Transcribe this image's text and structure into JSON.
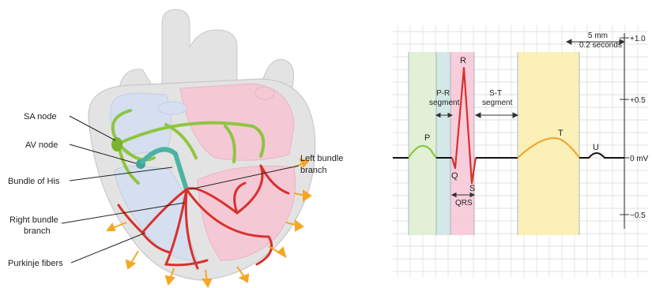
{
  "heart_labels": {
    "sa_node": "SA node",
    "av_node": "AV node",
    "bundle_of_his": "Bundle of His",
    "right_bundle_line1": "Right bundle",
    "right_bundle_line2": "branch",
    "purkinje": "Purkinje fibers",
    "left_bundle_line1": "Left bundle",
    "left_bundle_line2": "branch"
  },
  "ecg": {
    "scale_mm": "5 mm",
    "scale_time": "0.2 seconds",
    "axis_ticks": [
      "+1.0",
      "+0.5",
      "0  mV",
      "−0.5"
    ],
    "waves": {
      "p": "P",
      "q": "Q",
      "r": "R",
      "s": "S",
      "t": "T",
      "u": "U"
    },
    "pr_line1": "P-R",
    "pr_line2": "segment",
    "st_line1": "S-T",
    "st_line2": "segment",
    "qrs": "QRS",
    "band_colors": {
      "p_band": "#dff0d0",
      "pr_band": "#cfe7e4",
      "qrs_band": "#f7c9d8",
      "t_band": "#fbf0b0"
    },
    "trace_colors": {
      "p": "#8dc63f",
      "qrs": "#d9302c",
      "t": "#f0a830",
      "baseline": "#111111"
    }
  },
  "colors": {
    "conduction_green": "#8dc63f",
    "his_teal": "#4bb3a4",
    "purkinje_red": "#d9302c",
    "arrow_orange": "#f5a623",
    "heart_gray": "#e3e3e3",
    "atria_pink": "#f5c8d6",
    "ventricle_blue": "#d5dff0"
  }
}
